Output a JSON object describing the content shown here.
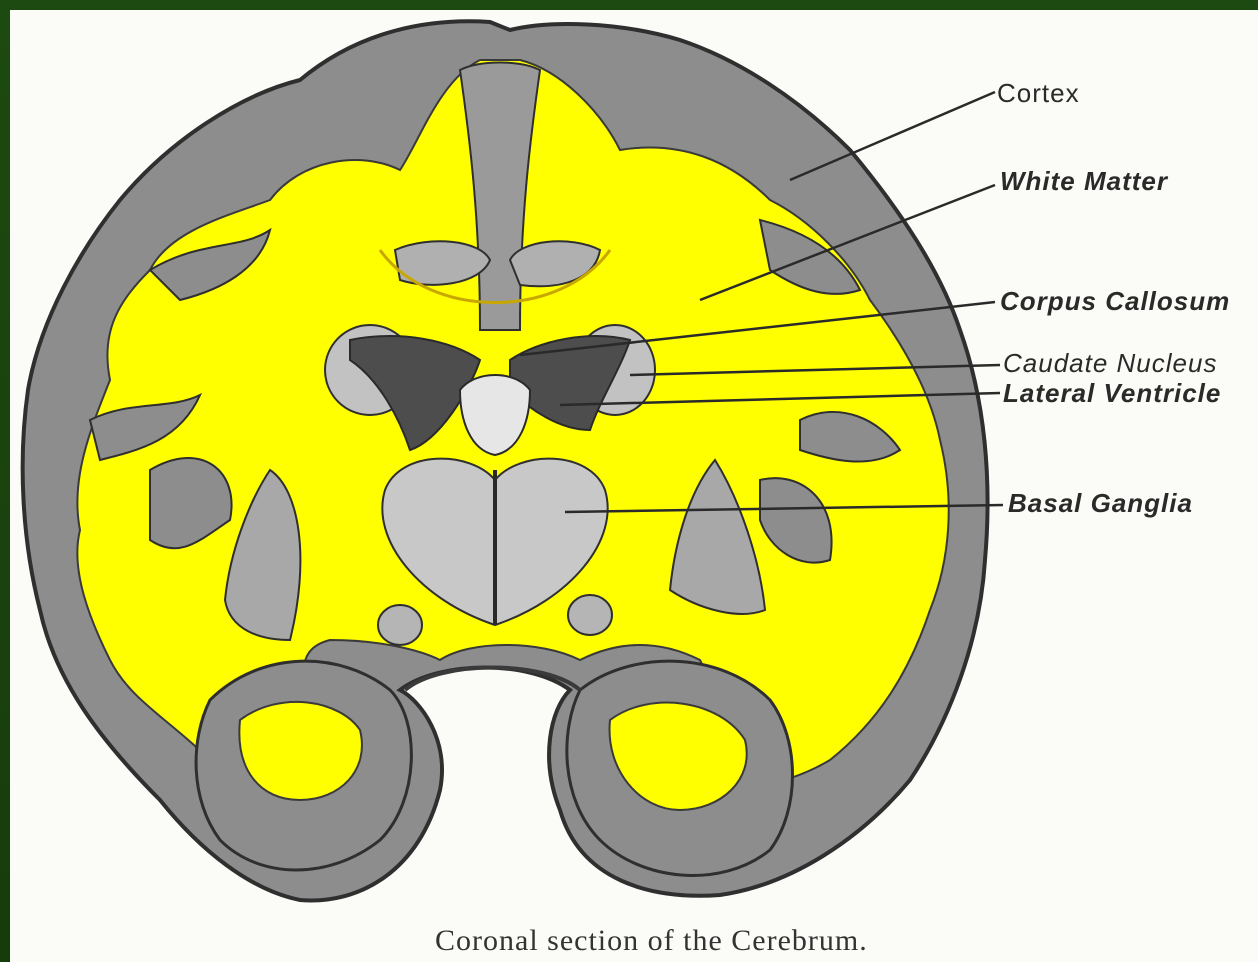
{
  "labels": {
    "cortex": "Cortex",
    "white_matter": "White Matter",
    "corpus_callosum": "Corpus Callosum",
    "caudate_nucleus": "Caudate Nucleus",
    "lateral_ventricle": "Lateral Ventricle",
    "basal_ganglia": "Basal Ganglia"
  },
  "caption": "Coronal section of the Cerebrum.",
  "colors": {
    "white_matter": "#ffff00",
    "cortex": "#8a8a8a",
    "frame": "#1d4a10",
    "background": "#fbfbf7"
  }
}
